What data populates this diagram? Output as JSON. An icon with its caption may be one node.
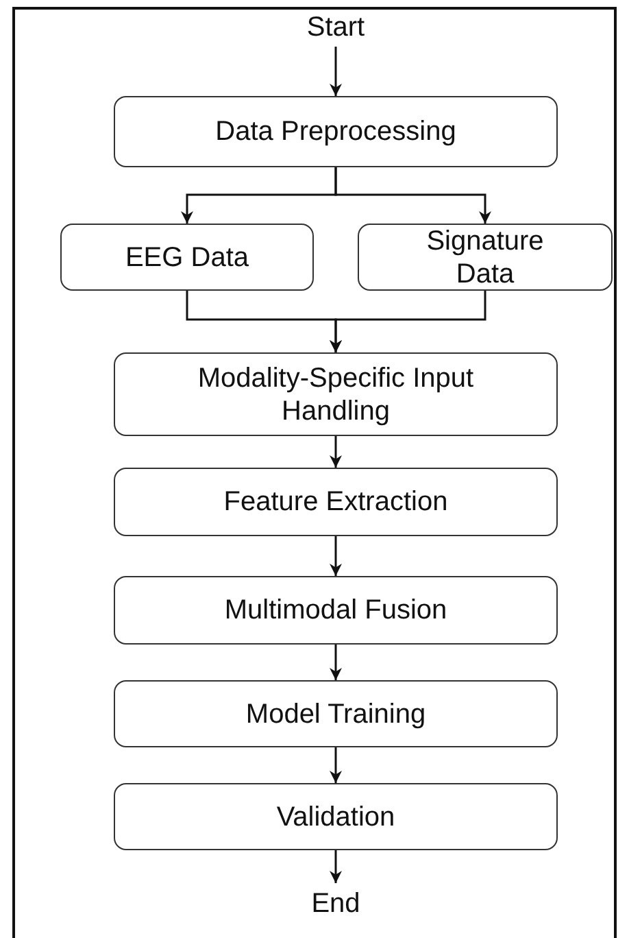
{
  "diagram": {
    "nodes": [
      {
        "text": [
          "Start"
        ]
      },
      {
        "text": [
          "Data Preprocessing"
        ]
      },
      {
        "text": [
          "EEG Data"
        ]
      },
      {
        "text": [
          "Signature Data"
        ]
      },
      {
        "text": [
          "Modality-Specific Input Handling"
        ]
      },
      {
        "text": [
          "Feature Extraction"
        ]
      },
      {
        "text": [
          "Multimodal Fusion"
        ]
      },
      {
        "text": [
          "Model Training"
        ]
      },
      {
        "text": [
          "Validation"
        ]
      },
      {
        "text": [
          "End"
        ]
      }
    ],
    "edges": [
      {
        "from": 0,
        "to": 1,
        "arrow": "to"
      },
      {
        "from": 1,
        "to": 2,
        "arrow": "to"
      },
      {
        "from": 1,
        "to": 3,
        "arrow": "to"
      },
      {
        "from": 2,
        "to": 4,
        "arrow": "to"
      },
      {
        "from": 3,
        "to": 4,
        "arrow": "to"
      },
      {
        "from": 4,
        "to": 5,
        "arrow": "to"
      },
      {
        "from": 5,
        "to": 6,
        "arrow": "to"
      },
      {
        "from": 6,
        "to": 7,
        "arrow": "to"
      },
      {
        "from": 7,
        "to": 8,
        "arrow": "to"
      },
      {
        "from": 8,
        "to": 9,
        "arrow": "to"
      }
    ]
  }
}
